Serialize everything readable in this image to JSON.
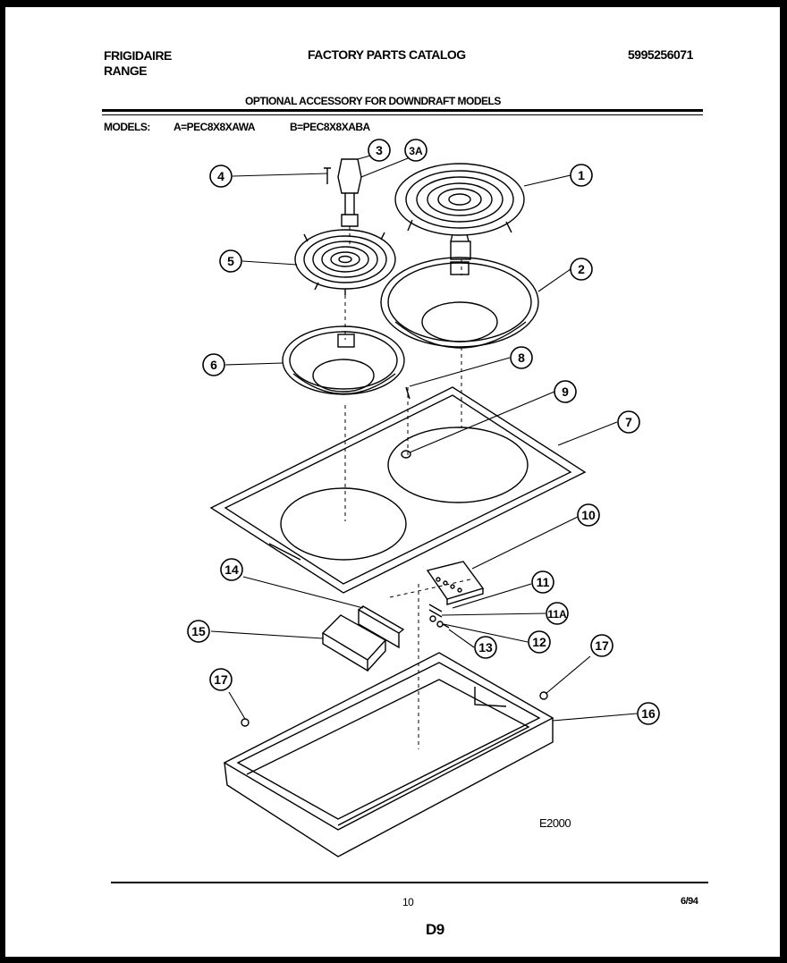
{
  "header": {
    "brand_line1": "FRIGIDAIRE",
    "brand_line2": "RANGE",
    "catalog_title": "FACTORY PARTS CATALOG",
    "part_number": "5995256071",
    "subtitle": "OPTIONAL ACCESSORY FOR DOWNDRAFT MODELS",
    "models_label": "MODELS:",
    "model_a": "A=PEC8X8XAWA",
    "model_b": "B=PEC8X8XABA"
  },
  "diagram": {
    "code": "E2000",
    "callouts": [
      "1",
      "2",
      "3",
      "3A",
      "4",
      "5",
      "6",
      "7",
      "8",
      "9",
      "10",
      "11",
      "11A",
      "12",
      "13",
      "14",
      "15",
      "16",
      "17",
      "17"
    ]
  },
  "footer": {
    "page_number": "10",
    "date": "6/94",
    "section": "D9"
  }
}
